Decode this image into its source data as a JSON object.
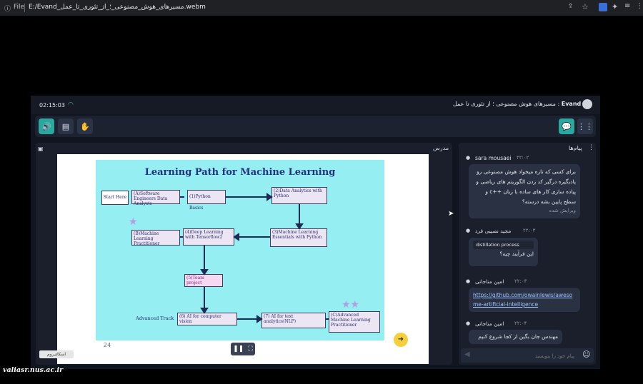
{
  "browser": {
    "file_label": "File",
    "url": "E:/Evand_مسیرهای_هوش_مصنوعی_؛_از_تئوری_تا_عمل.webm"
  },
  "app": {
    "clock": "02:15:03",
    "brand": "Evand",
    "title": "مسیرهای هوش مصنوعی ؛ از تئوری تا عمل"
  },
  "presentation": {
    "panel_label": "مدرس",
    "page_number": "24",
    "brand_badge": "اسکای‌روم"
  },
  "slide": {
    "title": "Learning Path for Machine Learning",
    "start": "Start Here",
    "advanced_track": "Advanced Track",
    "steps": [
      "(A)Software Engineers Data Analysts",
      "(1)Python Basics",
      "(2)Data Analytics with Python",
      "(3)Machine Learning Essentials with Python",
      "(4)Deep Learning with Tensorflow2",
      "(B)Machine Learning Practitioner",
      "(5)Team project",
      "(6) AI for computer vision",
      "(7) AI for text analytics(NLP)",
      "(C)Advanced Machine Learning Practitioner"
    ]
  },
  "chat": {
    "header": "پیام‌ها",
    "placeholder": "پیام خود را بنویسید",
    "messages": [
      {
        "user": "sara mousaei",
        "time": "۲۲:۰۲",
        "text": "برای کسی که تازه میخواد هوش مصنوعی رو یادبگیره درگیر کد زدن الگوریتم های ریاضی و پیاده سازی کار های ساده با زبان ++c و سطح پایین بشه درسته؟",
        "edited": "ویرایش شده"
      },
      {
        "user": "مجید نصیبی فرد",
        "time": "۲۲:۰۳",
        "quote": "distillation process",
        "text": "این فرآیند چیه؟"
      },
      {
        "user": "امین مناجاتی",
        "time": "۲۲:۰۳",
        "text": "https://github.com/owainlewis/awesome-artificial-intelligence"
      },
      {
        "user": "امین مناجاتی",
        "time": "۲۲:۰۴",
        "text": "مهندس جان بگین از کجا شروع کنیم"
      }
    ]
  },
  "watermark": "valiasr.nus.ac.ir",
  "colors": {
    "slide_bg": "#94eef2",
    "accent": "#2bb5a5",
    "app_bg": "#11151f"
  }
}
